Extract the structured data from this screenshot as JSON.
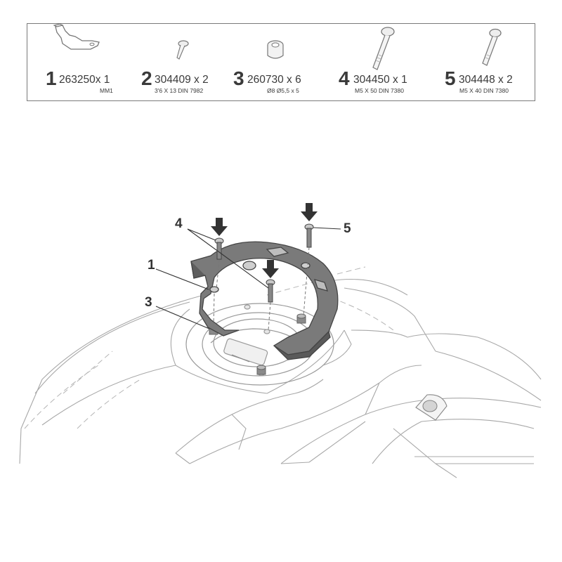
{
  "parts": [
    {
      "number": "1",
      "code": "263250x 1",
      "spec": "MM1"
    },
    {
      "number": "2",
      "code": "304409 x 2",
      "spec": "3'6 X 13 DIN 7982"
    },
    {
      "number": "3",
      "code": "260730 x 6",
      "spec": "Ø8 Ø5,5 x 5"
    },
    {
      "number": "4",
      "code": "304450 x 1",
      "spec": "M5 X 50 DIN 7380"
    },
    {
      "number": "5",
      "code": "304448 x 2",
      "spec": "M5 X 40 DIN 7380"
    }
  ],
  "callouts": [
    "4",
    "5",
    "1",
    "3"
  ],
  "colors": {
    "line": "#9a9a9a",
    "dark": "#333333",
    "part_fill": "#7c7c7c",
    "border": "#7a7a7a"
  }
}
